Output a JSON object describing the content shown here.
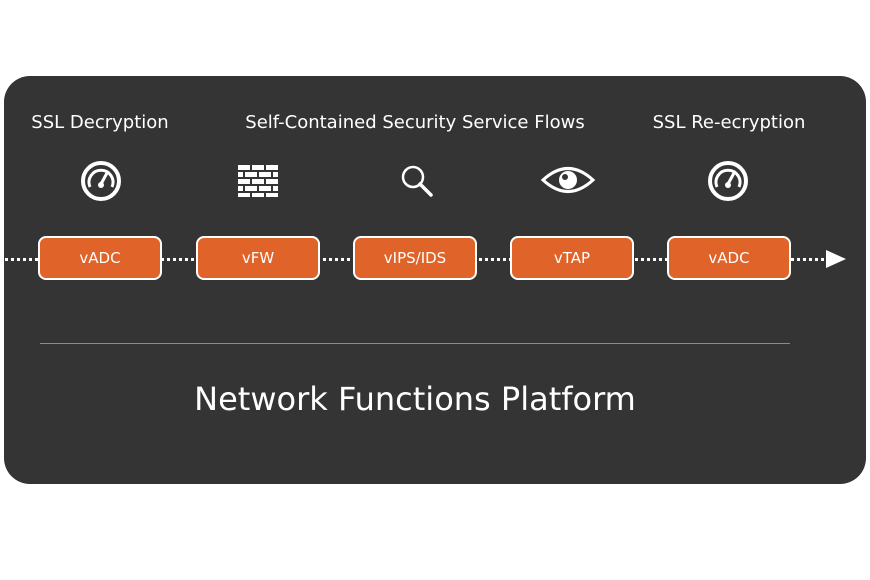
{
  "labels": {
    "left": "SSL Decryption",
    "center": "Self-Contained Security Service Flows",
    "right": "SSL Re-ecryption"
  },
  "boxes": [
    "vADC",
    "vFW",
    "vIPS/IDS",
    "vTAP",
    "vADC"
  ],
  "platform_title": "Network Functions Platform",
  "icons": [
    "gauge-icon",
    "firewall-brick-icon",
    "magnifier-icon",
    "eye-icon",
    "gauge-icon"
  ],
  "colors": {
    "panel": "#333433",
    "box_fill": "#e0632a",
    "text": "#ffffff"
  }
}
